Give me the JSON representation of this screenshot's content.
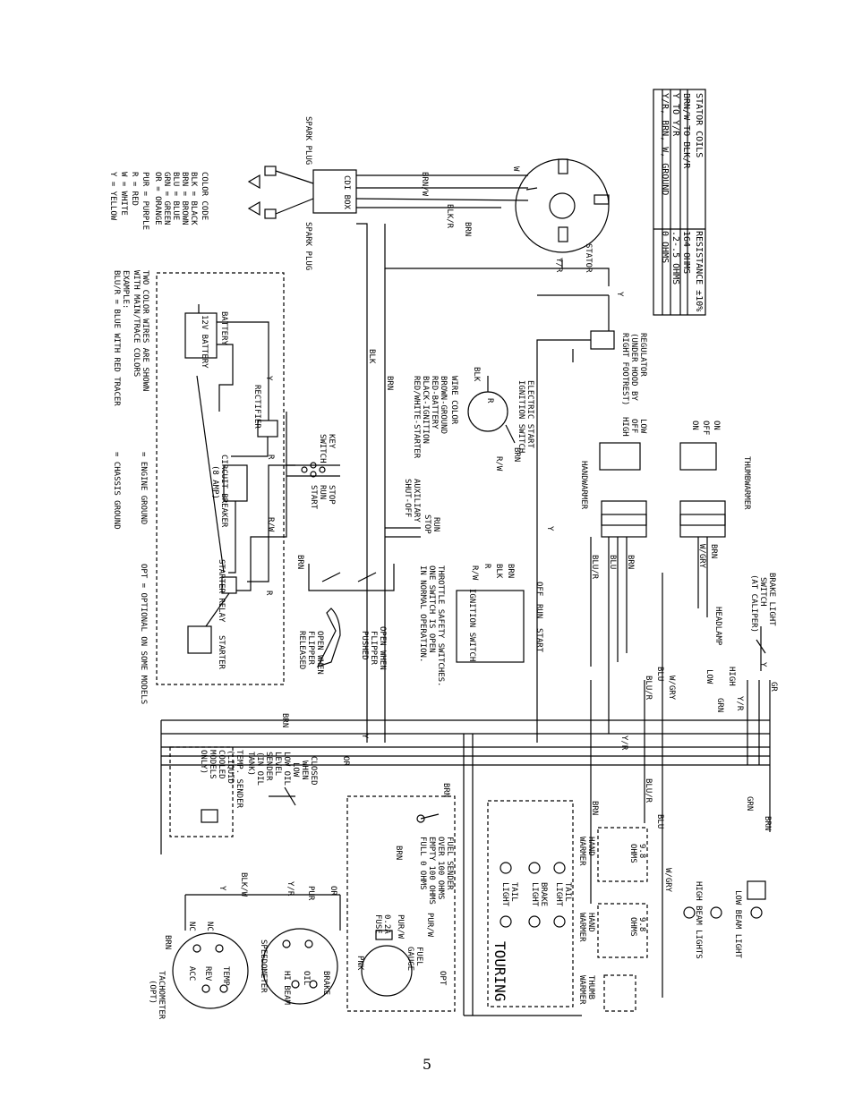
{
  "page": {
    "number": "5"
  },
  "stator_table": {
    "title": "STATOR COILS",
    "title_right": "RESISTANCE ±10%",
    "rows": [
      {
        "coil": "BRN/W TO BLK/R",
        "resistance": "164 OHMS"
      },
      {
        "coil": "Y TO Y/R",
        "resistance": ".2-.5 OHMS"
      },
      {
        "coil": "Y/R, BRN, W, GROUND",
        "resistance": "0 OHMS"
      }
    ]
  },
  "color_code": {
    "title": "COLOR CODE",
    "items": [
      "BLK = BLACK",
      "BRN = BROWN",
      "BLU = BLUE",
      "GRN = GREEN",
      "OR = ORANGE",
      "PUR = PURPLE",
      "R = RED",
      "W = WHITE",
      "Y = YELLOW"
    ]
  },
  "two_color_note": [
    "TWO COLOR WIRES ARE SHOWN",
    "WITH MAIN/TRACE COLORS",
    "EXAMPLE:",
    "BLU/R = BLUE WITH RED TRACER"
  ],
  "legend": {
    "engine_ground": "= ENGINE GROUND",
    "chassis_ground": "= CHASSIS GROUND",
    "opt_note": "OPT = OPTIONAL ON SOME MODELS"
  },
  "wire_color_note": [
    "WIRE COLOR",
    "BROWN-GROUND",
    "RED-BATTERY",
    "BLACK-IGNITION",
    "RED/WHITE-STARTER"
  ],
  "labels": {
    "spark_plug_top": "SPARK PLUG",
    "spark_plug_bottom": "SPARK PLUG",
    "cdi_box": "CDI BOX",
    "stator": "STATOR",
    "regulator": [
      "REGULATOR",
      "(UNDER HOOD BY",
      "RIGHT FOOTREST)"
    ],
    "electric_start": [
      "ELECTRIC START",
      "IGNITION SWITCH"
    ],
    "battery": "BATTERY",
    "battery_inner": "12V BATTERY",
    "rectifier": "RECTIFIER",
    "circuit_breaker": [
      "CIRCUIT BREAKER",
      "(8 AMP)"
    ],
    "starter_relay": "STARTER RELAY",
    "starter": "STARTER",
    "key_switch": [
      "KEY",
      "SWITCH"
    ],
    "key_positions": [
      "STOP",
      "RUN",
      "START"
    ],
    "aux_shutoff": [
      "AUXILIARY",
      "SHUT-OFF"
    ],
    "run": "RUN",
    "stop": "STOP",
    "throttle_safety": [
      "THROTTLE SAFETY SWITCHES.",
      "ONE SWITCH IS OPEN",
      "IN NORMAL OPERATION."
    ],
    "open_when_pushed": [
      "OPEN WHEN",
      "FLIPPER",
      "PUSHED"
    ],
    "open_when_released": [
      "OPEN WHEN",
      "FLIPPER",
      "RELEASED"
    ],
    "ignition_switch": "IGNITION SWITCH",
    "ign_header": [
      "OFF",
      "RUN",
      "START"
    ],
    "ign_rows": [
      "BRN",
      "BLK",
      "R",
      "R/W"
    ],
    "thumbwarmer": "THUMBWARMER",
    "thumb_switch": [
      "ON",
      "OFF",
      "ON"
    ],
    "handwarmer": "HANDWARMER",
    "hand_switch": [
      "LOW",
      "OFF",
      "HIGH"
    ],
    "brake_light": [
      "BRAKE LIGHT",
      "SWITCH",
      "(AT CALIPER)"
    ],
    "headlamp": "HEADLAMP",
    "high": "HIGH",
    "low": "LOW",
    "temp_sender": [
      "TEMP. SENDER",
      "(LIQUID",
      "COOLED",
      "MODELS",
      "ONLY)"
    ],
    "low_oil": [
      "LOW OIL",
      "LEVEL",
      "SENDER",
      "(IN OIL",
      "TANK)"
    ],
    "closed_when_low": [
      "CLOSED",
      "WHEN",
      "LOW"
    ],
    "fuel_sender": [
      "FUEL SENDER",
      "OVER 100 OHMS",
      "EMPTY 100 OHMS",
      "FULL 0 OHMS"
    ],
    "opt": "OPT",
    "fuse": [
      "0.2A",
      "FUSE",
      "PUR/W"
    ],
    "fuel_gauge": [
      "FUEL",
      "GAUGE"
    ],
    "speedometer": "SPEEDOMETER",
    "speedo_labels": [
      "HI BEAM",
      "OIL",
      "BRAKE"
    ],
    "tachometer": [
      "TACHOMETER",
      "(OPT)"
    ],
    "tach_labels": [
      "ACC",
      "REV",
      "TEMP",
      "NC",
      "NC"
    ],
    "hand_warmer_element": [
      "HAND",
      "WARMER"
    ],
    "element_ohms": [
      "9.8",
      "OHMS"
    ],
    "thumb_warmer_element": [
      "THUMB",
      "WARMER"
    ],
    "tail_light": [
      "TAIL",
      "LIGHT"
    ],
    "brake_light_bulb": [
      "BRAKE",
      "LIGHT"
    ],
    "touring": "TOURING",
    "high_beam_lights": "HIGH BEAM LIGHTS",
    "low_beam_light": "LOW BEAM LIGHT"
  },
  "wire_labels": {
    "y": "Y",
    "w": "W",
    "brn": "BRN",
    "blk": "BLK",
    "brn_w": "BRN/W",
    "blk_r": "BLK/R",
    "y_r": "Y/R",
    "r": "R",
    "r_w": "R/W",
    "blu_r": "BLU/R",
    "blu": "BLU",
    "w_gry": "W/GRY",
    "grn": "GRN",
    "or": "OR",
    "pur": "PUR",
    "blk_w": "BLK/W",
    "pnk": "PNK",
    "pur_w": "PUR/W",
    "gr": "GR"
  }
}
